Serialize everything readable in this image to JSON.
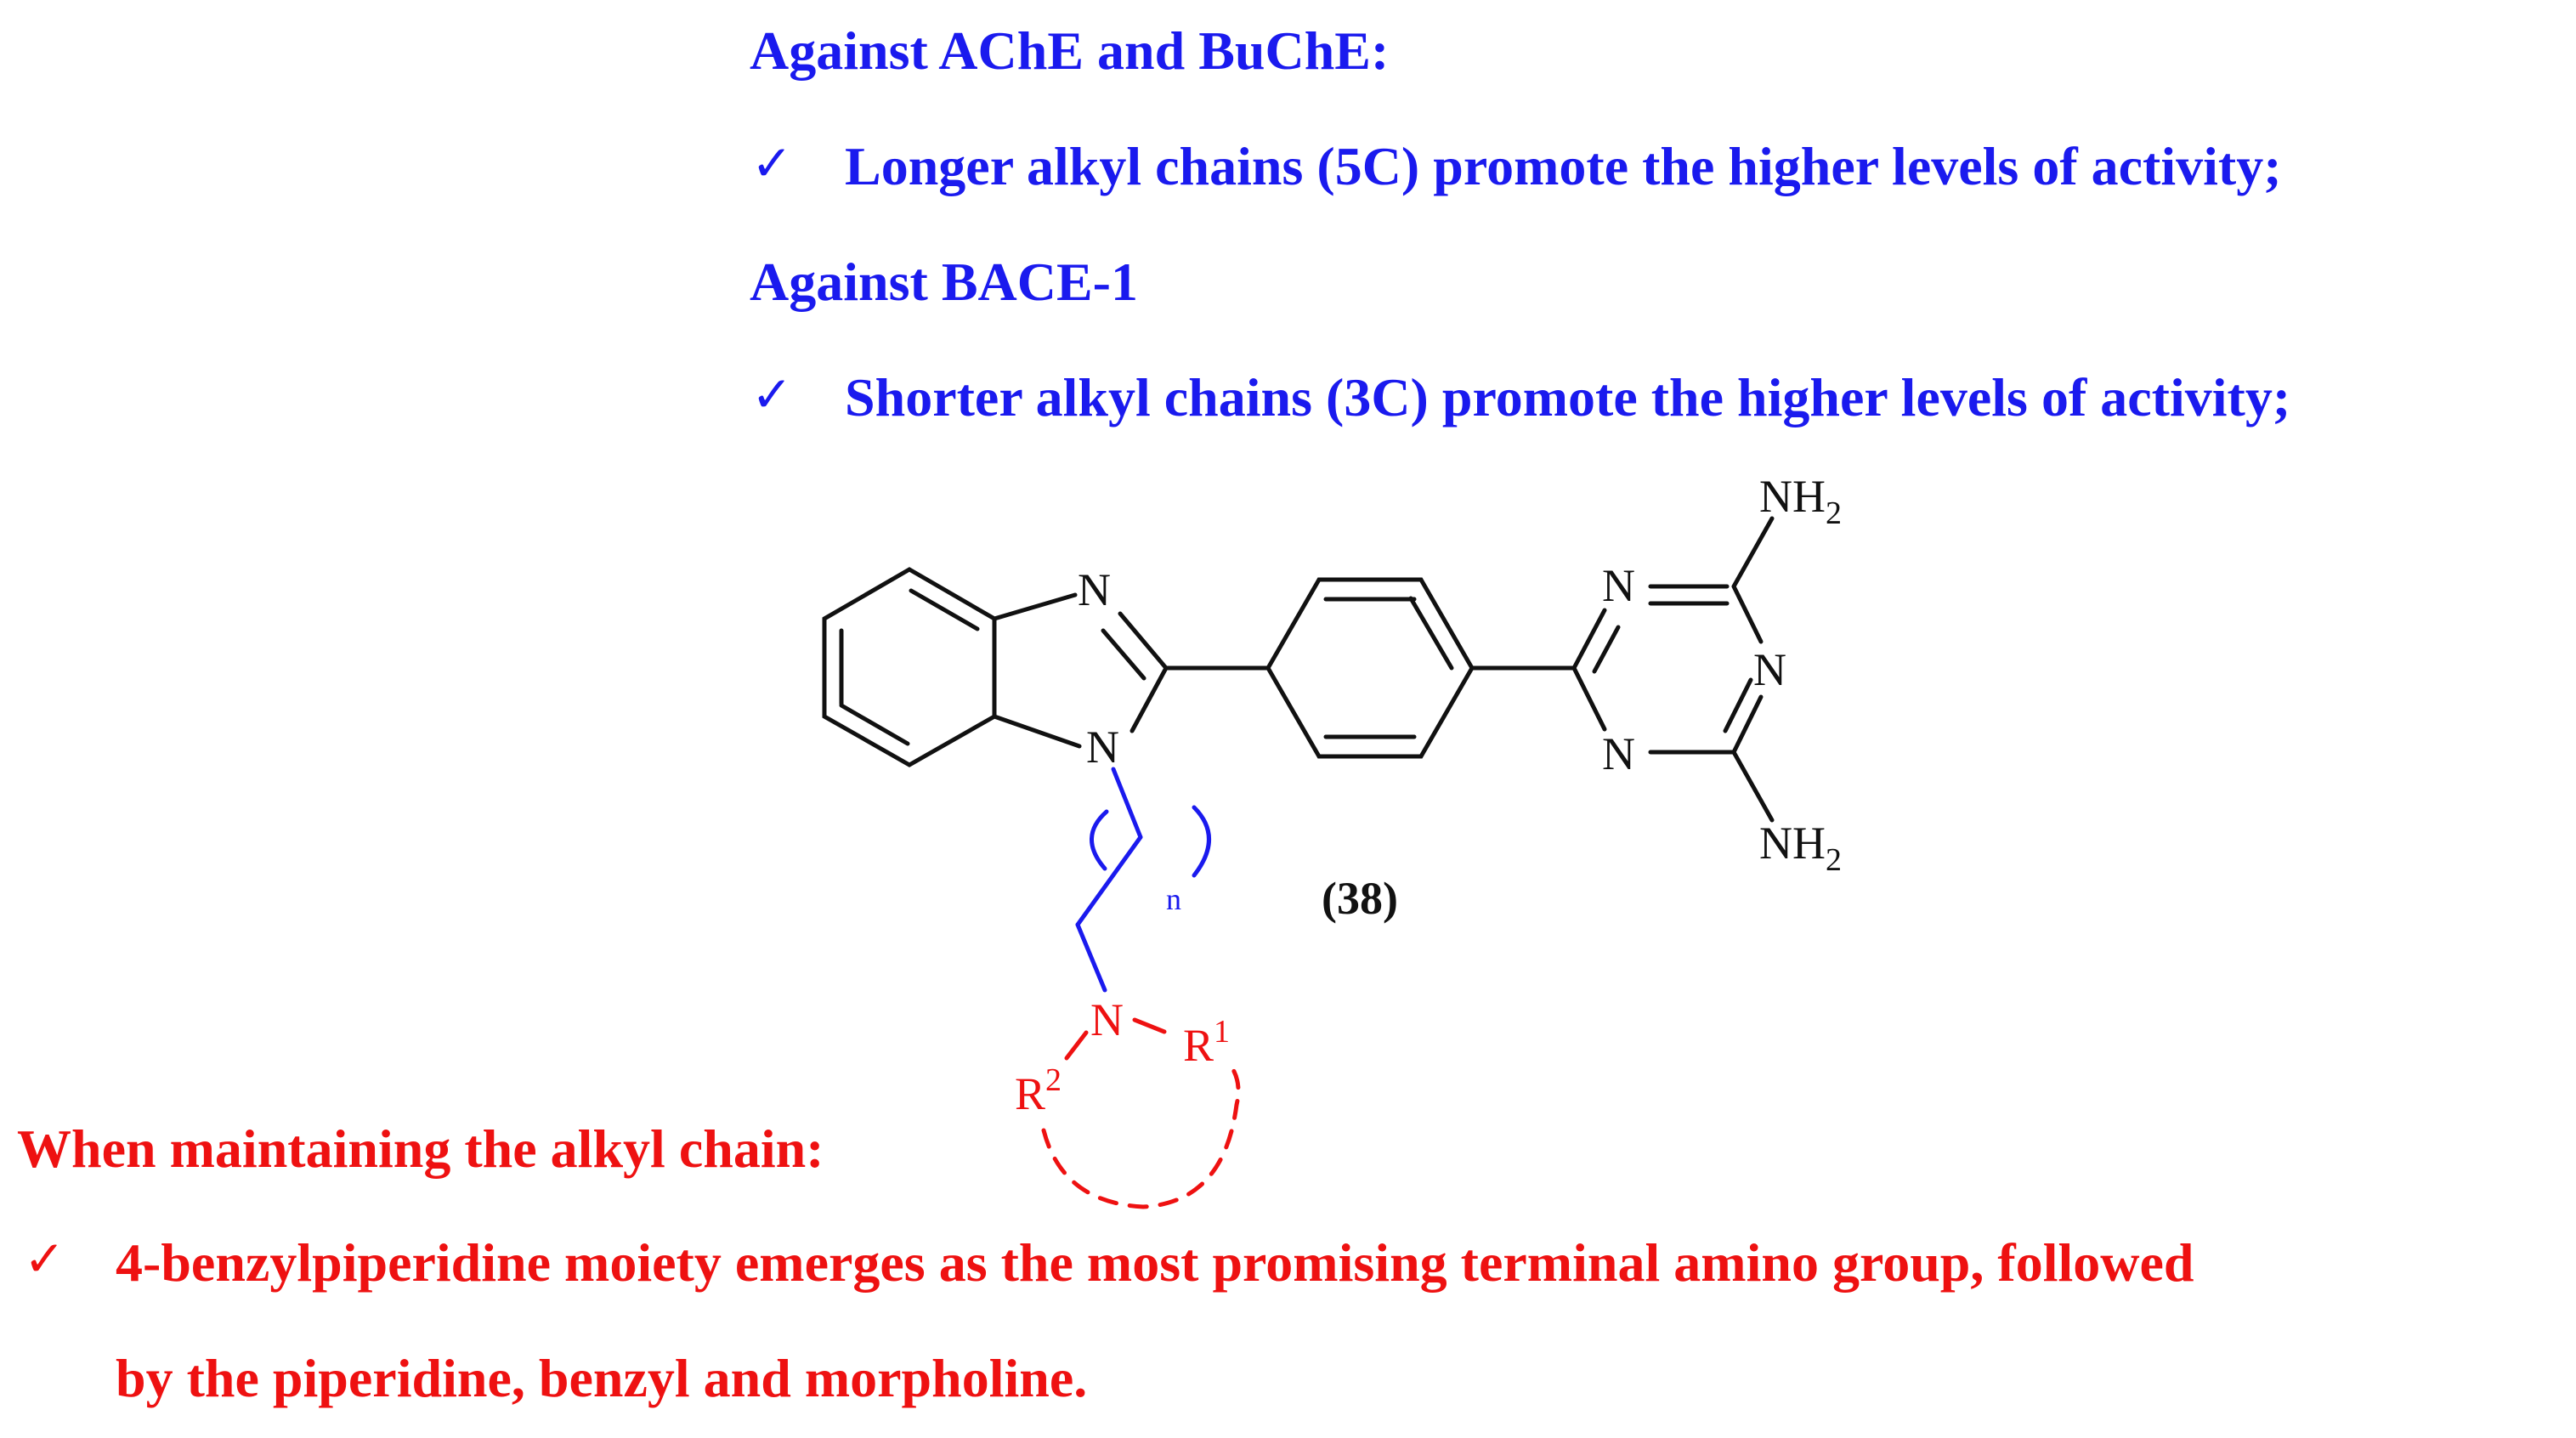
{
  "blue_notes": {
    "heading1": "Against AChE and BuChE:",
    "point1": "Longer alkyl chains (5C) promote the higher levels of activity;",
    "heading2": "Against BACE-1",
    "point2": "Shorter alkyl chains (3C) promote the higher levels of activity;"
  },
  "red_notes": {
    "heading": "When maintaining the alkyl chain:",
    "point_line1": "4-benzylpiperidine moiety emerges as the most promising terminal amino group, followed",
    "point_line2": "by the piperidine, benzyl and morpholine."
  },
  "check_mark": "✓",
  "structure": {
    "compound_label": "(38)",
    "atoms": {
      "n": "N",
      "nh2": "NH",
      "sub2": "2",
      "r": "R",
      "sup1": "1",
      "sup2": "2",
      "repeat": "n"
    }
  },
  "colors": {
    "blue_text": "#1a1aee",
    "red_text": "#ee1111",
    "bonds": "#111111"
  }
}
